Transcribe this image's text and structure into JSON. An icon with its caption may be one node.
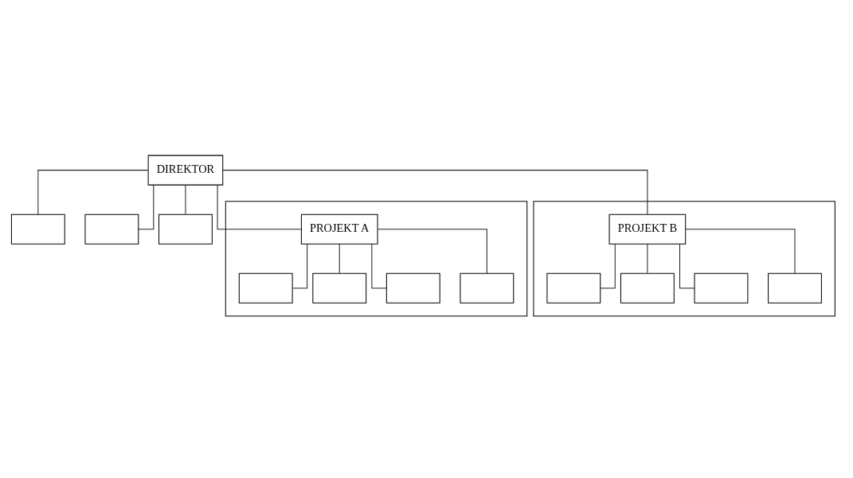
{
  "diagram": {
    "nodes": [
      {
        "text": [
          "DIREKTOR"
        ]
      },
      {
        "text": [],
        "shape": "box"
      },
      {
        "text": [],
        "shape": "box"
      },
      {
        "text": [],
        "shape": "box"
      },
      {
        "text": [],
        "shape": "box"
      },
      {
        "text": [
          "PROJEKT A"
        ],
        "in": 4
      },
      {
        "text": [],
        "shape": "box",
        "in": 4
      },
      {
        "text": [],
        "shape": "box",
        "in": 4
      },
      {
        "text": [],
        "shape": "box",
        "in": 4
      },
      {
        "text": [],
        "shape": "box",
        "in": 4
      },
      {
        "text": [],
        "shape": "box"
      },
      {
        "text": [
          "PROJEKT B"
        ],
        "in": 10
      },
      {
        "text": [],
        "shape": "box",
        "in": 10
      },
      {
        "text": [],
        "shape": "box",
        "in": 10
      },
      {
        "text": [],
        "shape": "box",
        "in": 10
      },
      {
        "text": [],
        "shape": "box",
        "in": 10
      }
    ],
    "edges": [
      {
        "from": 0,
        "to": 1,
        "arrow": "none"
      },
      {
        "from": 0,
        "to": 2,
        "arrow": "none"
      },
      {
        "from": 0,
        "to": 3,
        "arrow": "none"
      },
      {
        "from": 0,
        "to": 5,
        "arrow": "none"
      },
      {
        "from": 0,
        "to": 11,
        "arrow": "none"
      },
      {
        "from": 5,
        "to": 6,
        "arrow": "none"
      },
      {
        "from": 5,
        "to": 7,
        "arrow": "none"
      },
      {
        "from": 5,
        "to": 8,
        "arrow": "none"
      },
      {
        "from": 5,
        "to": 9,
        "arrow": "none"
      },
      {
        "from": 11,
        "to": 12,
        "arrow": "none"
      },
      {
        "from": 11,
        "to": 13,
        "arrow": "none"
      },
      {
        "from": 11,
        "to": 14,
        "arrow": "none"
      },
      {
        "from": 11,
        "to": 15,
        "arrow": "none"
      }
    ]
  }
}
